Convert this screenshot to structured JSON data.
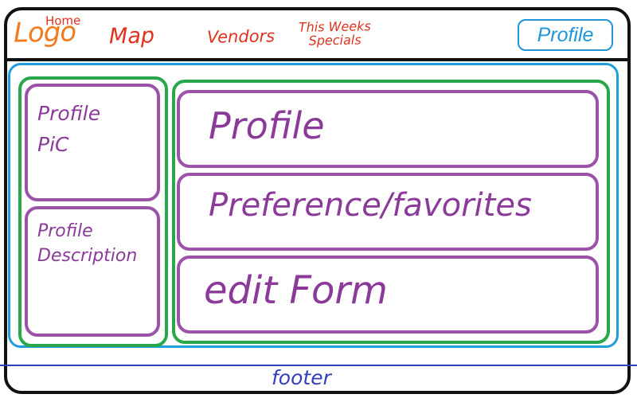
{
  "header": {
    "logo": "Logo",
    "nav": {
      "home": "Home",
      "map": "Map",
      "vendors": "Vendors",
      "specials": "This Weeks\nSpecials"
    },
    "profile_button": "Profile"
  },
  "sidebar": {
    "profile_pic": "Profile\n PiC",
    "profile_description": "Profile\nDescription"
  },
  "main": {
    "sections": [
      {
        "label": "Profile"
      },
      {
        "label": "Preference/favorites"
      },
      {
        "label": "edit Form"
      }
    ]
  },
  "footer": {
    "label": "footer"
  },
  "colors": {
    "frame": "#111111",
    "logo": "#f07c1f",
    "nav": "#e0301e",
    "profile_button": "#1f96d8",
    "main_container": "#1f9ddc",
    "columns": "#28a84a",
    "panels": "#9c52a8",
    "footer": "#3140b8"
  }
}
